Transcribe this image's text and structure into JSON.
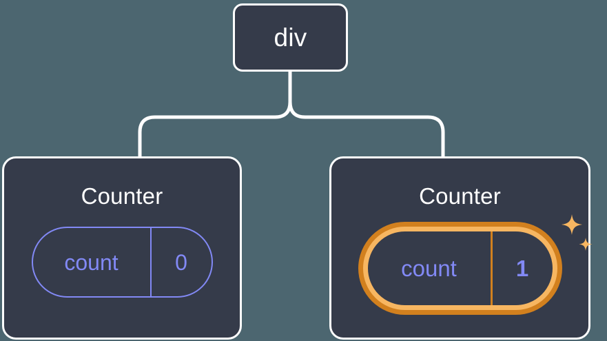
{
  "diagram": {
    "type": "component-tree",
    "background_color": "#4c6670",
    "node_fill": "#353b4a",
    "node_border": "#ffffff",
    "edge_color": "#ffffff",
    "accent_indigo": "#8289f5",
    "accent_orange_outer": "#d2801e",
    "accent_orange_inner": "#f7b661",
    "root": {
      "label": "div"
    },
    "children": [
      {
        "title": "Counter",
        "state": {
          "key": "count",
          "value": "0"
        },
        "highlighted": false,
        "sparkles": false
      },
      {
        "title": "Counter",
        "state": {
          "key": "count",
          "value": "1"
        },
        "highlighted": true,
        "sparkles": true
      }
    ]
  }
}
